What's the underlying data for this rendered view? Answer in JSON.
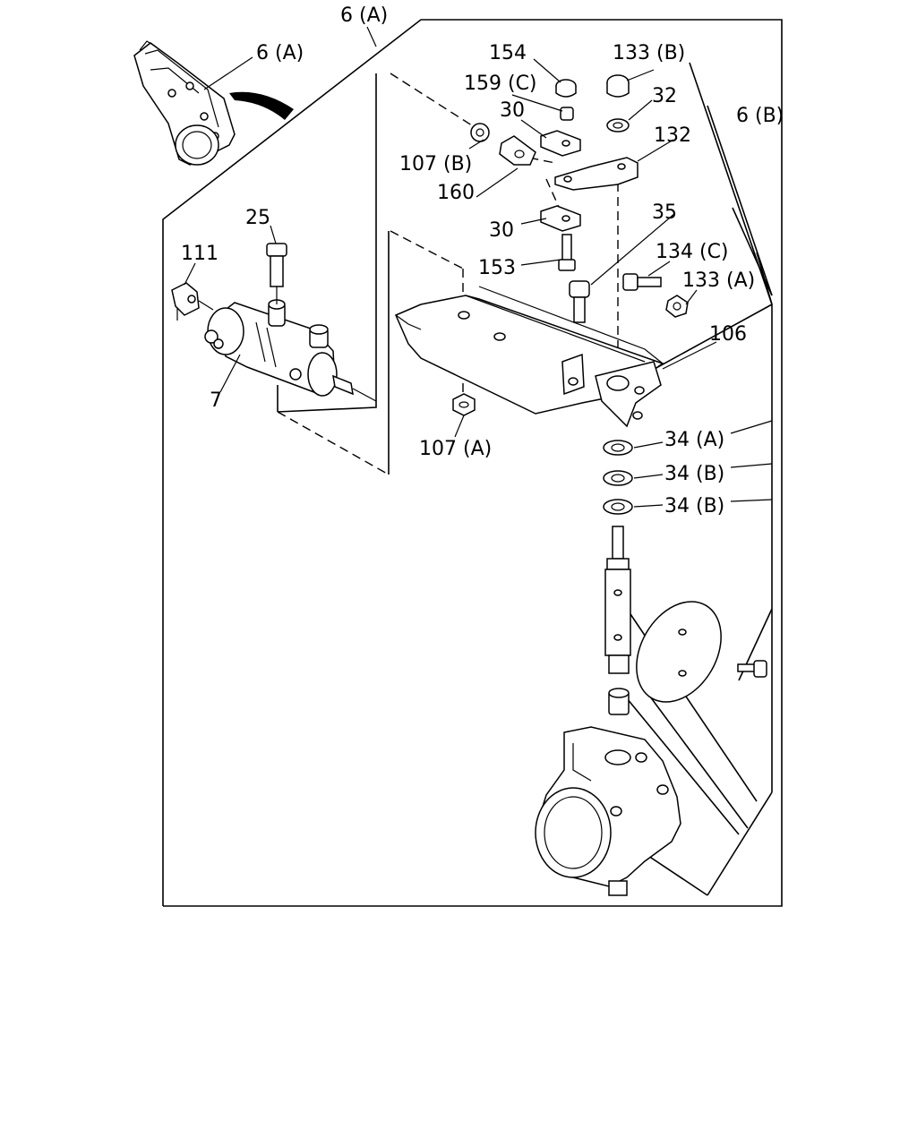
{
  "diagram": {
    "callouts": {
      "c6a_top": "6 (A)",
      "c6a_inset": "6 (A)",
      "c154": "154",
      "c133b": "133 (B)",
      "c159c": "159 (C)",
      "c32": "32",
      "c30_top": "30",
      "c132": "132",
      "c6b": "6 (B)",
      "c107b": "107 (B)",
      "c160": "160",
      "c35": "35",
      "c25": "25",
      "c30_mid": "30",
      "c134c": "134 (C)",
      "c111": "111",
      "c153": "153",
      "c133a": "133 (A)",
      "c106": "106",
      "c7": "7",
      "c107a": "107 (A)",
      "c34a": "34 (A)",
      "c34b_1": "34 (B)",
      "c34b_2": "34 (B)"
    }
  }
}
